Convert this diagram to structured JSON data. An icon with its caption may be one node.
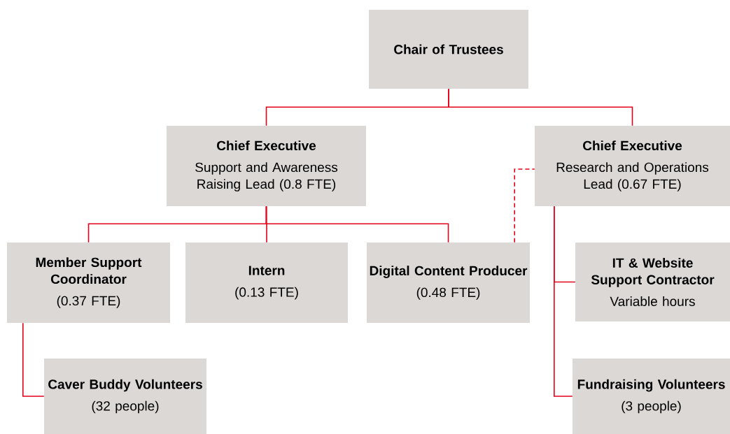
{
  "diagram": {
    "nodes": [
      {
        "text": [
          "Chair of Trustees"
        ]
      },
      {
        "text": [
          "Chief Executive",
          "Support and Awareness Raising Lead (0.8 FTE)"
        ]
      },
      {
        "text": [
          "Chief Executive",
          "Research and Operations Lead (0.67 FTE)"
        ]
      },
      {
        "text": [
          "Member Support Coordinator",
          "(0.37 FTE)"
        ]
      },
      {
        "text": [
          "Intern",
          "(0.13 FTE)"
        ]
      },
      {
        "text": [
          "Digital Content Producer",
          "(0.48 FTE)"
        ]
      },
      {
        "text": [
          "IT & Website Support Contractor",
          "Variable hours"
        ]
      },
      {
        "text": [
          "Caver Buddy Volunteers",
          "(32 people)"
        ]
      },
      {
        "text": [
          "Fundraising Volunteers",
          "(3 people)"
        ]
      }
    ],
    "edges": [
      {
        "from": 0,
        "to": 1,
        "arrow": "none"
      },
      {
        "from": 0,
        "to": 2,
        "arrow": "none"
      },
      {
        "from": 1,
        "to": 3,
        "arrow": "none"
      },
      {
        "from": 1,
        "to": 4,
        "arrow": "none"
      },
      {
        "from": 1,
        "to": 5,
        "arrow": "none"
      },
      {
        "from": 2,
        "to": 5,
        "arrow": "none",
        "style": "dashed"
      },
      {
        "from": 3,
        "to": 7,
        "arrow": "none"
      },
      {
        "from": 2,
        "to": 6,
        "arrow": "none"
      },
      {
        "from": 2,
        "to": 8,
        "arrow": "none"
      }
    ]
  }
}
